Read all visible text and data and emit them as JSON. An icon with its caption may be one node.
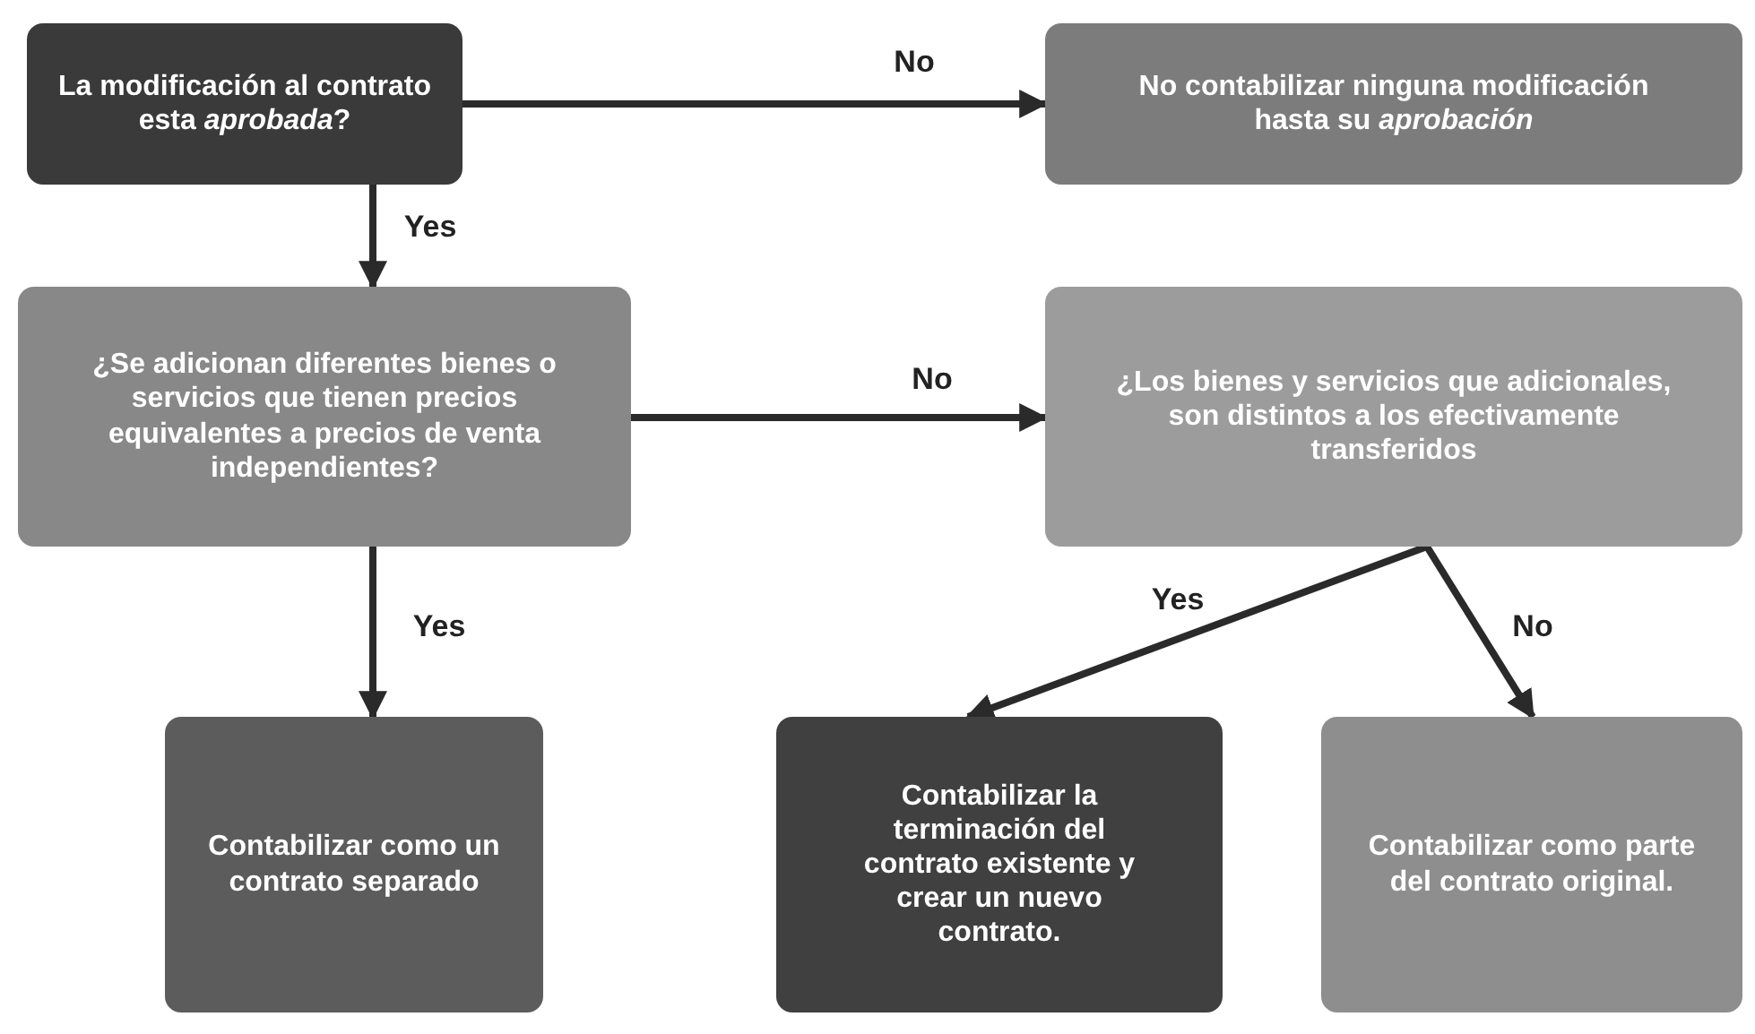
{
  "diagram": {
    "nodes": [
      {
        "text": [
          "La modificación al contrato esta *aprobada*?"
        ]
      },
      {
        "text": [
          "No contabilizar ninguna modificación hasta su *aprobación*"
        ]
      },
      {
        "text": [
          "¿Se adicionan diferentes bienes o servicios que tienen precios equivalentes a precios de venta independientes?"
        ]
      },
      {
        "text": [
          "¿Los bienes y servicios que adicionales, son distintos a los efectivamente transferidos"
        ]
      },
      {
        "text": [
          "Contabilizar como un contrato separado"
        ]
      },
      {
        "text": [
          "Contabilizar la terminación del contrato existente y crear un nuevo contrato."
        ]
      },
      {
        "text": [
          "Contabilizar como parte del contrato original."
        ]
      }
    ],
    "edges": [
      {
        "from": 0,
        "to": 1,
        "arrow": "to",
        "label": "No"
      },
      {
        "from": 0,
        "to": 2,
        "arrow": "to",
        "label": "Yes"
      },
      {
        "from": 2,
        "to": 3,
        "arrow": "to",
        "label": "No"
      },
      {
        "from": 2,
        "to": 4,
        "arrow": "to",
        "label": "Yes"
      },
      {
        "from": 3,
        "to": 5,
        "arrow": "to",
        "label": "Yes"
      },
      {
        "from": 3,
        "to": 6,
        "arrow": "to",
        "label": "No"
      }
    ]
  }
}
